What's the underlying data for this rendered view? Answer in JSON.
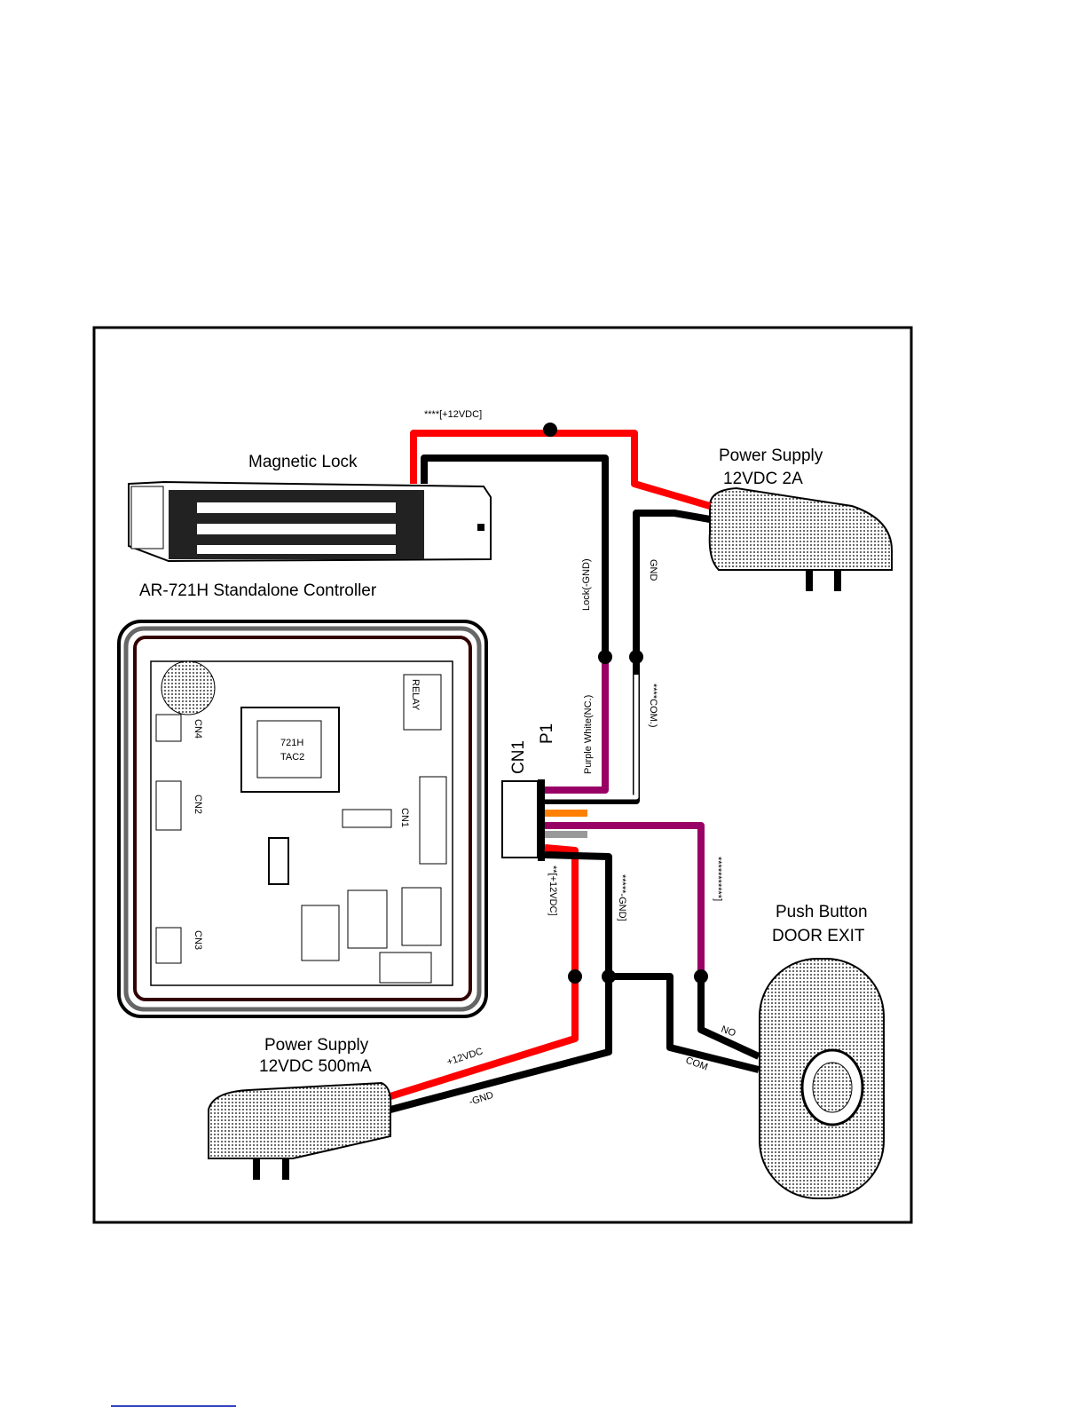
{
  "diagram": {
    "top_wire_label": "****[+12VDC]",
    "magnetic_lock": "Magnetic Lock",
    "psu_top_title": "Power Supply",
    "psu_top_rating": "12VDC  2A",
    "controller": "AR-721H Standalone Controller",
    "lock_gnd": "Lock(-GND)",
    "gnd": "GND",
    "purple_white": "Purple White(NC.)",
    "com_wire": "****COM.)",
    "cn1": "CN1",
    "p1": "P1",
    "plus12_wire": "**[+12VDC]",
    "gnd_wire": "*****-GND]",
    "purple_wire": "***********]",
    "push_button": "Push Button",
    "door_exit": "DOOR  EXIT",
    "psu_bottom_title": "Power Supply",
    "psu_bottom_rating": "12VDC  500mA",
    "psu_plus": "+12VDC",
    "psu_gnd": "-GND",
    "no": "NO",
    "com": "COM",
    "board": {
      "cn4": "CN4",
      "cn2": "CN2",
      "cn3": "CN3",
      "cn1": "CN1",
      "relay": "RELAY",
      "chip1": "721H",
      "chip2": "TAC2"
    }
  },
  "colors": {
    "red": "#ff0000",
    "black": "#000000",
    "purple": "#990066",
    "orange": "#ff8000",
    "gray": "#999999"
  }
}
